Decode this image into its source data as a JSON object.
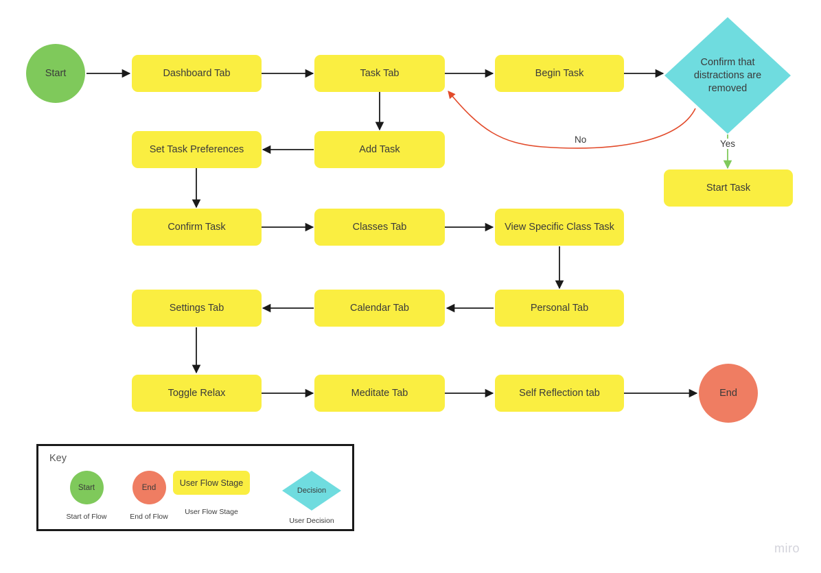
{
  "colors": {
    "stage": "#FAEE41",
    "start": "#7FC95B",
    "end": "#EF7D62",
    "decision": "#6FDCDF",
    "edge": "#1a1a1a",
    "edge_no": "#E24A2A",
    "edge_yes": "#7FC95B",
    "text": "#3a3a3a",
    "key_border": "#1a1a1a",
    "watermark": "#d3d3db"
  },
  "nodes": {
    "start": {
      "label": "Start",
      "type": "start"
    },
    "dashboard_tab": {
      "label": "Dashboard Tab",
      "type": "stage"
    },
    "task_tab": {
      "label": "Task Tab",
      "type": "stage"
    },
    "begin_task": {
      "label": "Begin Task",
      "type": "stage"
    },
    "confirm_distractions": {
      "label": "Confirm that distractions are removed",
      "type": "decision"
    },
    "start_task": {
      "label": "Start Task",
      "type": "stage"
    },
    "add_task": {
      "label": "Add Task",
      "type": "stage"
    },
    "set_task_preferences": {
      "label": "Set Task Preferences",
      "type": "stage"
    },
    "confirm_task": {
      "label": "Confirm Task",
      "type": "stage"
    },
    "classes_tab": {
      "label": "Classes Tab",
      "type": "stage"
    },
    "view_specific_class_task": {
      "label": "View Specific Class Task",
      "type": "stage"
    },
    "personal_tab": {
      "label": "Personal Tab",
      "type": "stage"
    },
    "calendar_tab": {
      "label": "Calendar Tab",
      "type": "stage"
    },
    "settings_tab": {
      "label": "Settings Tab",
      "type": "stage"
    },
    "toggle_relax": {
      "label": "Toggle Relax",
      "type": "stage"
    },
    "meditate_tab": {
      "label": "Meditate Tab",
      "type": "stage"
    },
    "self_reflection_tab": {
      "label": "Self Reflection tab",
      "type": "stage"
    },
    "end": {
      "label": "End",
      "type": "end"
    }
  },
  "edge_labels": {
    "no": "No",
    "yes": "Yes"
  },
  "key": {
    "title": "Key",
    "items": [
      {
        "swatch_label": "Start",
        "caption": "Start of Flow"
      },
      {
        "swatch_label": "End",
        "caption": "End of Flow"
      },
      {
        "swatch_label": "User Flow Stage",
        "caption": "User Flow Stage"
      },
      {
        "swatch_label": "Decision",
        "caption": "User Decision"
      }
    ]
  },
  "watermark": "miro"
}
